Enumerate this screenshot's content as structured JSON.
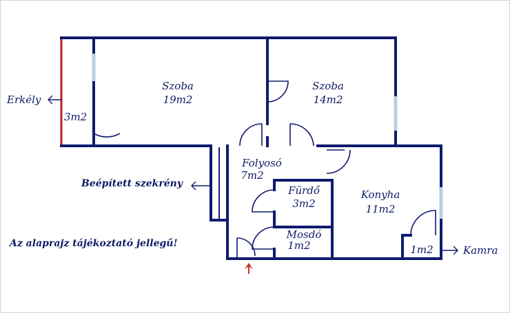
{
  "rooms": [
    {
      "name": "Szoba",
      "area": "19m2"
    },
    {
      "name": "Szoba",
      "area": "14m2"
    },
    {
      "name": "Folyosó",
      "area": "7m2"
    },
    {
      "name": "Fürdő",
      "area": "3m2"
    },
    {
      "name": "Konyha",
      "area": "11m2"
    },
    {
      "name": "Mosdó",
      "area": "1m2"
    }
  ],
  "balcony": {
    "name": "Erkély",
    "area": "3m2"
  },
  "wardrobe": {
    "name": "Beépített szekrény"
  },
  "pantry": {
    "name": "Kamra",
    "area": "1m2"
  },
  "note": "Az alaprajz tájékoztató jellegű!",
  "colors": {
    "walls": "#101a6e",
    "text": "#0d1a66",
    "windows": "#b8cfe6",
    "balcony_edge": "#b22222",
    "entrance_arrow": "#c0392b"
  }
}
